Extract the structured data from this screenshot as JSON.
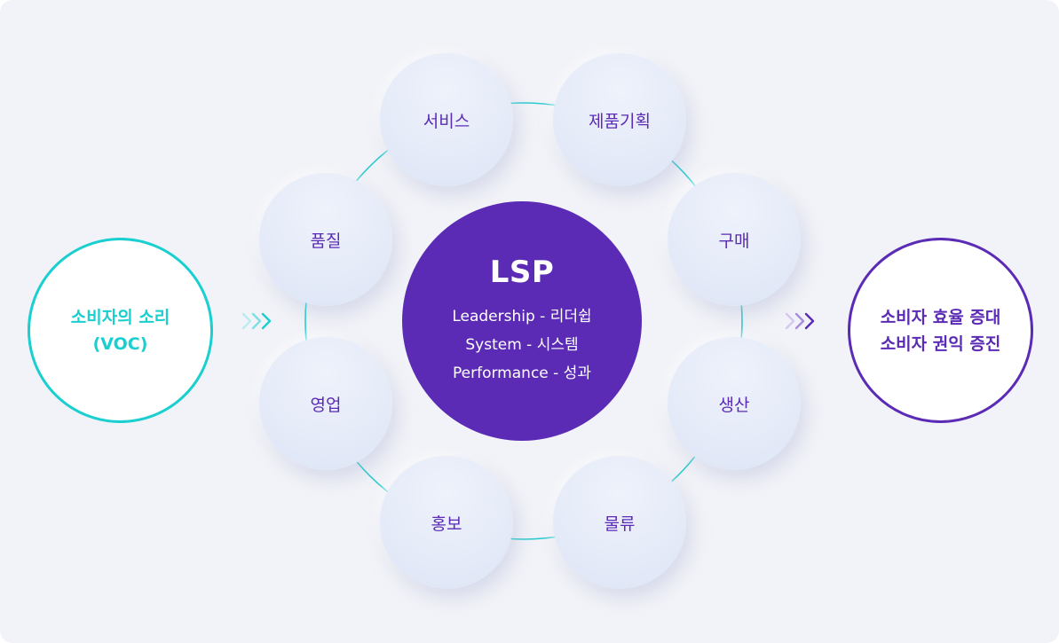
{
  "left_circle": {
    "line1": "소비자의 소리",
    "line2": "(VOC)"
  },
  "right_circle": {
    "line1": "소비자 효율 증대",
    "line2": "소비자 권익 증진"
  },
  "center": {
    "title": "LSP",
    "lines": [
      "Leadership - 리더쉽",
      "System - 시스템",
      "Performance - 성과"
    ]
  },
  "nodes": {
    "service": "서비스",
    "planning": "제품기획",
    "purchase": "구매",
    "production": "생산",
    "logistics": "물류",
    "promotion": "홍보",
    "sales": "영업",
    "quality": "품질"
  },
  "colors": {
    "accent_purple": "#5b2bb5",
    "accent_teal": "#19cfcf",
    "background": "#f2f3f8"
  }
}
